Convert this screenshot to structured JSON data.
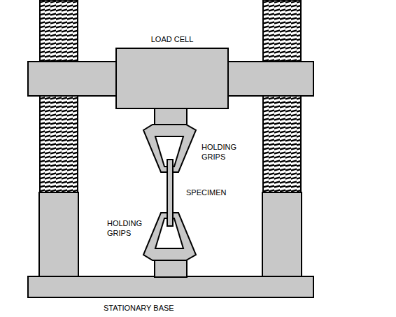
{
  "diagram": {
    "nodes": [
      {
        "text": [
          "LOAD CELL"
        ]
      }
    ],
    "labels": [
      "HOLDING GRIPS",
      "SPECIMEN",
      "HOLDING GRIPS",
      "STATIONARY BASE"
    ]
  }
}
